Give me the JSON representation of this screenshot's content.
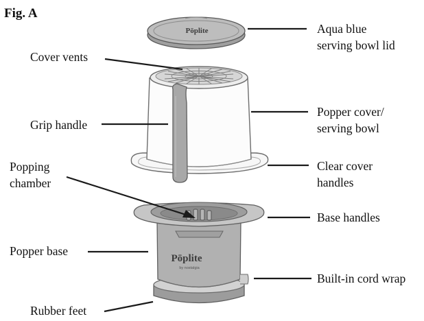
{
  "figure": {
    "title": "Fig. A"
  },
  "labels": {
    "lid": [
      "Aqua blue",
      "serving bowl lid"
    ],
    "cover_vents": [
      "Cover vents"
    ],
    "grip_handle": [
      "Grip handle"
    ],
    "popper_cover": [
      "Popper cover/",
      "serving bowl"
    ],
    "popping_chamber": [
      "Popping",
      "chamber"
    ],
    "clear_cover_handles": [
      "Clear cover",
      "handles"
    ],
    "base_handles": [
      "Base handles"
    ],
    "popper_base": [
      "Popper base"
    ],
    "cord_wrap": [
      "Built-in cord wrap"
    ],
    "rubber_feet": [
      "Rubber feet"
    ]
  },
  "product": {
    "logo": "Pōplite",
    "logo_sub": "by nostalgia"
  }
}
